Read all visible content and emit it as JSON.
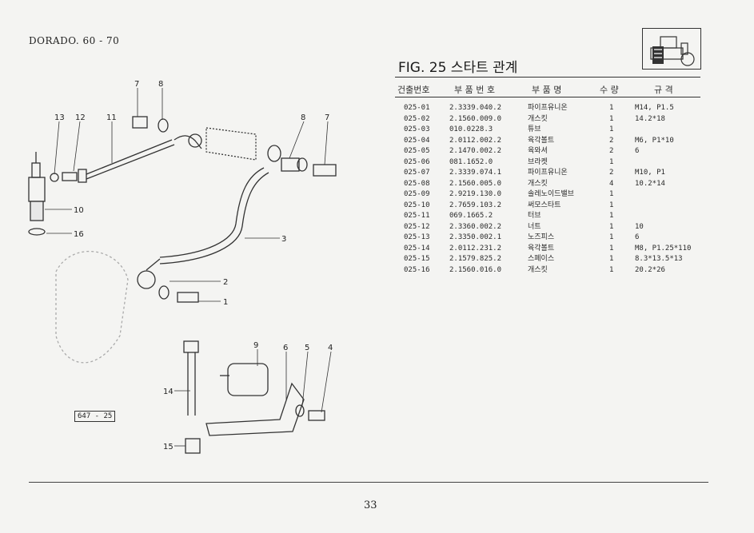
{
  "header": {
    "model": "DORADO. 60 - 70",
    "fig_title": "FIG. 25 스타트 관계"
  },
  "columns": [
    "건출번호",
    "부 품 번 호",
    "부 품 명",
    "수 량",
    "규 격"
  ],
  "parts": [
    {
      "no": "025-01",
      "part": "2.3339.040.2",
      "name": "파이프유니온",
      "qty": "1",
      "spec": "M14, P1.5"
    },
    {
      "no": "025-02",
      "part": "2.1560.009.0",
      "name": "개스킷",
      "qty": "1",
      "spec": "14.2*18"
    },
    {
      "no": "025-03",
      "part": "010.0228.3",
      "name": "튜브",
      "qty": "1",
      "spec": ""
    },
    {
      "no": "025-04",
      "part": "2.0112.002.2",
      "name": "육각볼트",
      "qty": "2",
      "spec": "M6, P1*10"
    },
    {
      "no": "025-05",
      "part": "2.1470.002.2",
      "name": "육와셔",
      "qty": "2",
      "spec": "6"
    },
    {
      "no": "025-06",
      "part": "081.1652.0",
      "name": "브라켓",
      "qty": "1",
      "spec": ""
    },
    {
      "no": "025-07",
      "part": "2.3339.074.1",
      "name": "파이프유니온",
      "qty": "2",
      "spec": "M10, P1"
    },
    {
      "no": "025-08",
      "part": "2.1560.005.0",
      "name": "개스킷",
      "qty": "4",
      "spec": "10.2*14"
    },
    {
      "no": "025-09",
      "part": "2.9219.130.0",
      "name": "솔레노이드밸브",
      "qty": "1",
      "spec": ""
    },
    {
      "no": "025-10",
      "part": "2.7659.103.2",
      "name": "써모스타트",
      "qty": "1",
      "spec": ""
    },
    {
      "no": "025-11",
      "part": "069.1665.2",
      "name": "터브",
      "qty": "1",
      "spec": ""
    },
    {
      "no": "025-12",
      "part": "2.3360.002.2",
      "name": "너트",
      "qty": "1",
      "spec": "10"
    },
    {
      "no": "025-13",
      "part": "2.3350.002.1",
      "name": "노즈피스",
      "qty": "1",
      "spec": "6"
    },
    {
      "no": "025-14",
      "part": "2.0112.231.2",
      "name": "육각볼트",
      "qty": "1",
      "spec": "M8, P1.25*110"
    },
    {
      "no": "025-15",
      "part": "2.1579.825.2",
      "name": "스페이스",
      "qty": "1",
      "spec": "8.3*13.5*13"
    },
    {
      "no": "025-16",
      "part": "2.1560.016.0",
      "name": "개스킷",
      "qty": "1",
      "spec": "20.2*26"
    }
  ],
  "callouts": [
    "7",
    "8",
    "13",
    "12",
    "11",
    "8",
    "7",
    "10",
    "16",
    "3",
    "2",
    "1",
    "9",
    "6",
    "5",
    "4",
    "14",
    "15"
  ],
  "figure_ref": "647 - 25",
  "page_number": "33",
  "icons": {
    "tractor": "tractor-icon"
  }
}
